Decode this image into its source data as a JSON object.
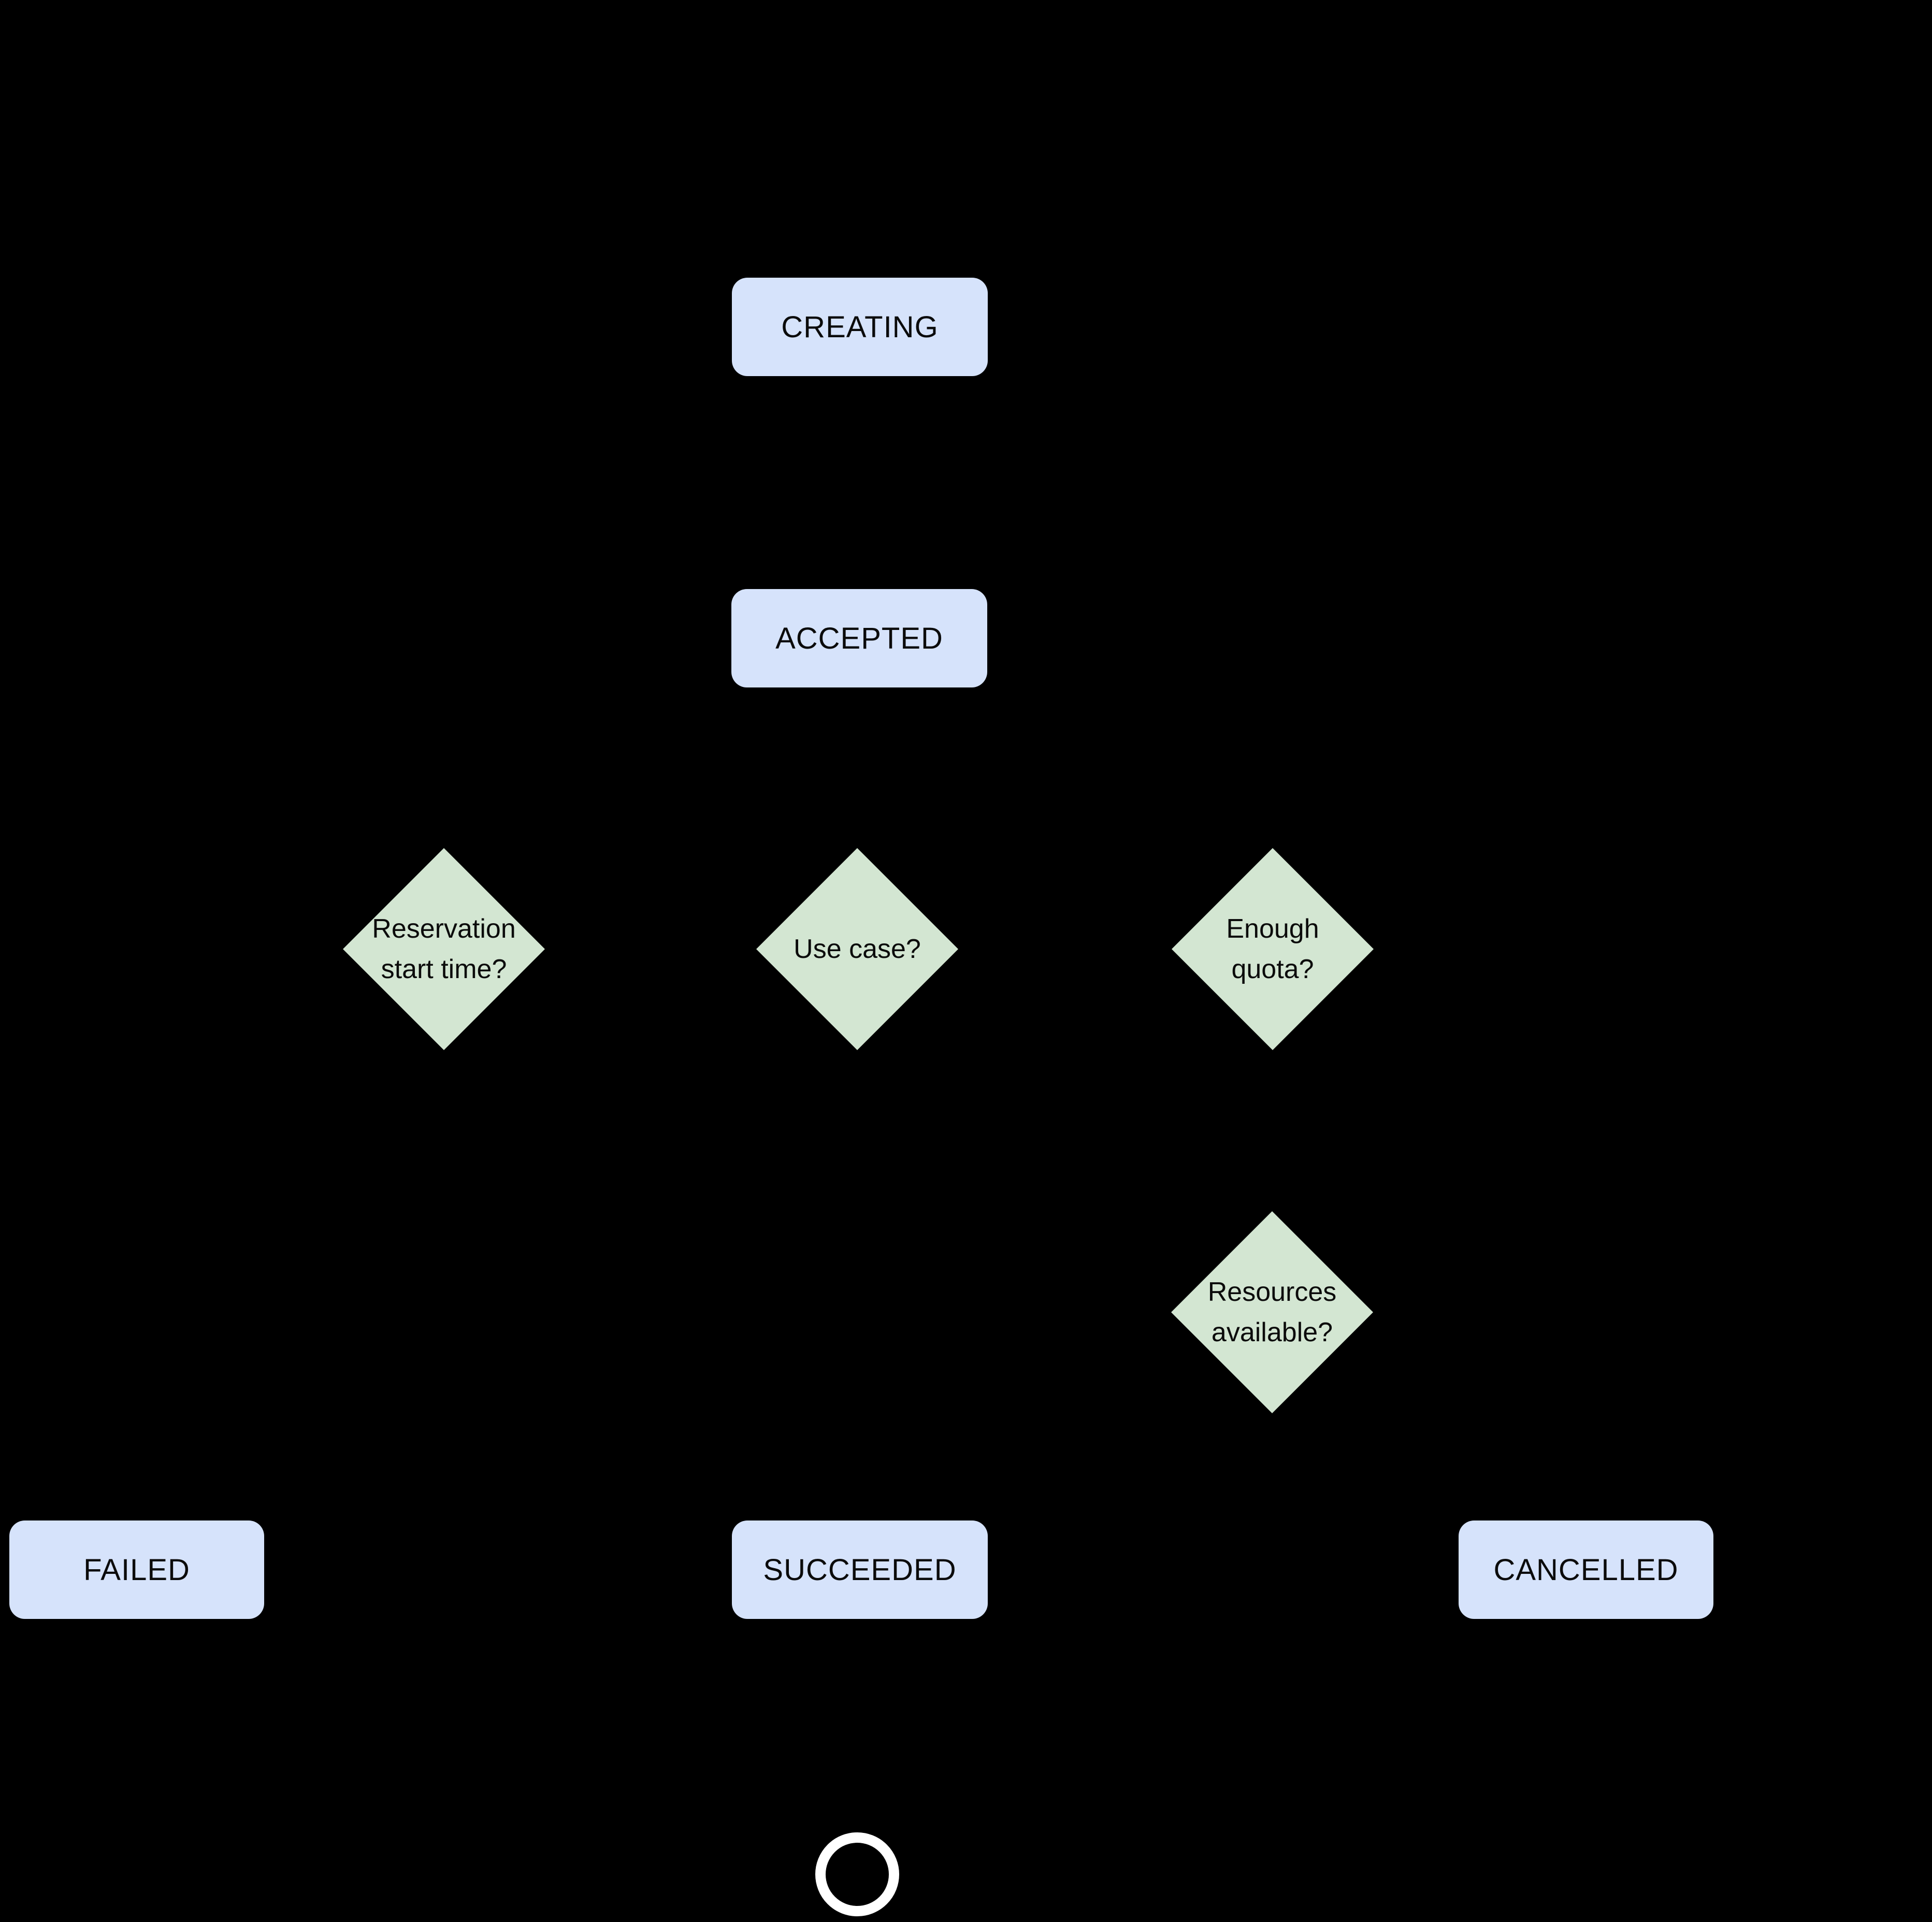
{
  "colors": {
    "background": "#000000",
    "state_fill": "#d6e3fb",
    "decision_fill": "#d3e6d2",
    "label_text": "#0b0b0b",
    "end_ring": "#ffffff"
  },
  "nodes": {
    "creating": {
      "label": "CREATING"
    },
    "accepted": {
      "label": "ACCEPTED"
    },
    "reservation_start_time": {
      "line1": "Reservation",
      "line2": "start time?"
    },
    "use_case": {
      "line1": "Use case?"
    },
    "enough_quota": {
      "line1": "Enough",
      "line2": "quota?"
    },
    "resources_available": {
      "line1": "Resources",
      "line2": "available?"
    },
    "failed": {
      "label": "FAILED"
    },
    "succeeded": {
      "label": "SUCCEEDED"
    },
    "cancelled": {
      "label": "CANCELLED"
    }
  }
}
